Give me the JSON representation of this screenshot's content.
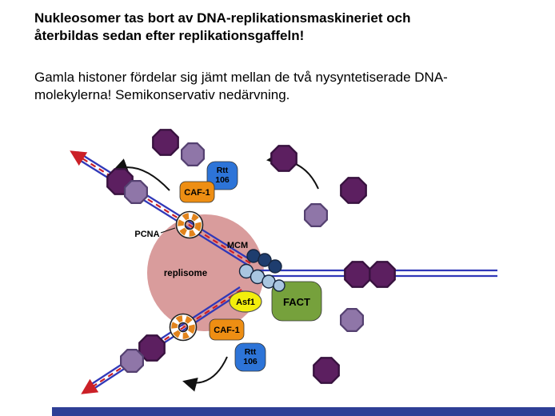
{
  "slide": {
    "title_line1": "Nukleosomer tas bort av DNA-replikationsmaskineriet och",
    "title_line2": "återbildas sedan efter replikationsgaffeln!",
    "body_line1": "Gamla histoner fördelar sig jämt mellan de två nysyntetiserade DNA-",
    "body_line2": "molekylerna! Semikonservativ nedärvning."
  },
  "diagram": {
    "labels": {
      "replisome": "replisome",
      "pcna": "PCNA",
      "mcm": "MCM",
      "caf1": "CAF-1",
      "rtt106_line1": "Rtt",
      "rtt106_line2": "106",
      "asf1": "Asf1",
      "fact": "FACT"
    },
    "colors": {
      "old_histone": "#5c1f60",
      "new_histone": "#8f76a8",
      "replisome_body": "#d99c9c",
      "dna_strand": "#3038b8",
      "direction_arrow": "#cb2027",
      "transfer_arrow": "#111111",
      "caf1_box": "#ee8e13",
      "rtt106_box": "#2d74d8",
      "asf1_ellipse": "#f3ee0c",
      "fact_box": "#76a13c",
      "mcm_dark": "#1e3d6e",
      "mcm_light": "#a9c6e0",
      "pcna_ring": "#e2841c",
      "footer_bar": "#2e3f96"
    }
  }
}
